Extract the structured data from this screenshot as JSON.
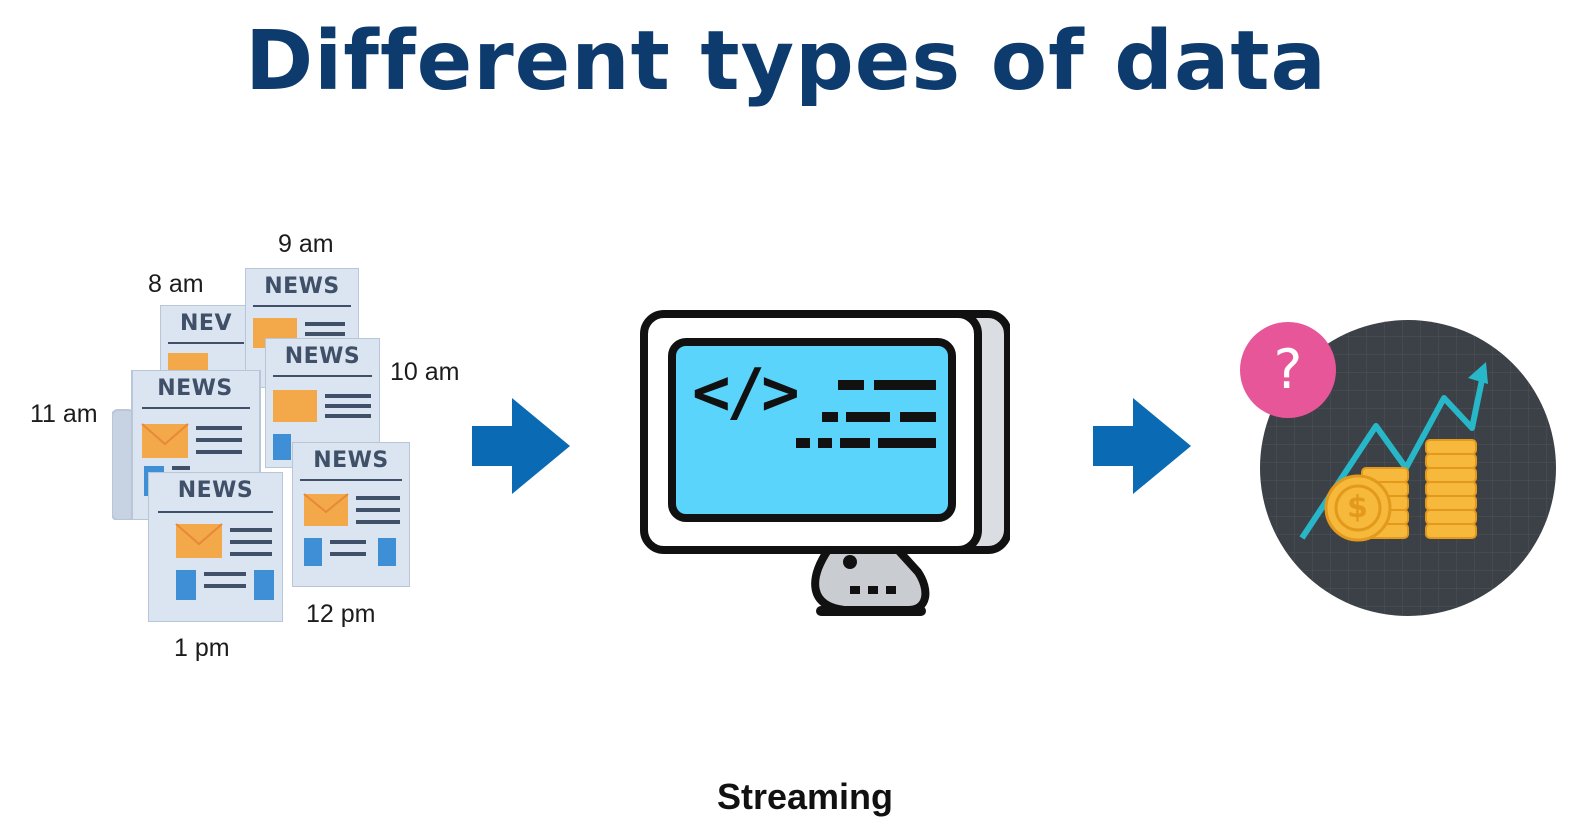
{
  "title": "Different types of data",
  "caption": "Streaming",
  "newspapers": {
    "label": "NEWS",
    "label_partial": "NEV",
    "times": {
      "t8": "8 am",
      "t9": "9 am",
      "t10": "10 am",
      "t11": "11 am",
      "t12": "12 pm",
      "t1": "1 pm"
    }
  },
  "monitor": {
    "code_symbol": "</>"
  },
  "insight": {
    "question_mark": "?",
    "currency_symbol": "$"
  },
  "colors": {
    "title": "#0d3b6e",
    "arrow": "#0a6ab3",
    "screen": "#5bd4fb",
    "paper": "#dbe5f1",
    "envelope": "#f3a84a",
    "coin": "#f6b93b",
    "trend_line": "#27b7c9",
    "circle_bg": "#3c4147",
    "question_badge": "#e8569a"
  }
}
